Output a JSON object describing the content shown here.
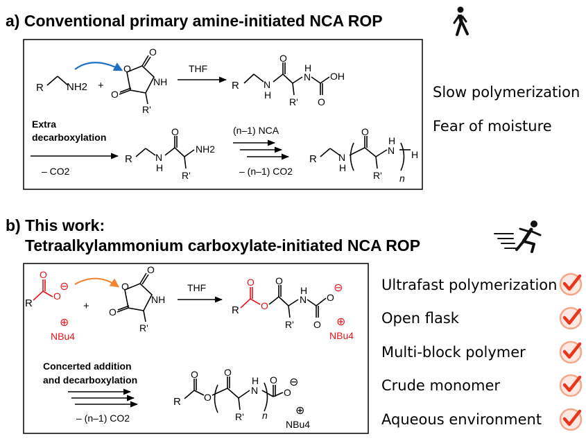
{
  "section_a": {
    "title": "a) Conventional primary amine-initiated NCA ROP",
    "walker_icon": "walking-person-icon",
    "features": [
      "Slow polymerization",
      "Fear of moisture"
    ],
    "scheme": {
      "r": "R",
      "nh2": "NH2",
      "plus": "+",
      "thf": "THF",
      "o": "O",
      "nh": "NH",
      "rprime": "R'",
      "oh": "OH",
      "h": "H",
      "n": "N",
      "extra1": "Extra",
      "extra2": "decarboxylation",
      "minus_co2": "– CO2",
      "n_minus_1_nca": "(n–1) NCA",
      "minus_n_minus_1_co2": "– (n–1) CO2",
      "subscript_n": "n"
    }
  },
  "section_b": {
    "title_line1": "b) This work:",
    "title_line2": "Tetraalkylammonium carboxylate-initiated NCA ROP",
    "runner_icon": "running-person-icon",
    "check_icon": "check-circle-icon",
    "features": [
      "Ultrafast polymerization",
      "Open flask",
      "Multi-block polymer",
      "Crude monomer",
      "Aqueous environment"
    ],
    "scheme": {
      "r": "R",
      "o": "O",
      "minus": "⊖",
      "plus_charge": "⊕",
      "nbu4": "NBu4",
      "plus": "+",
      "thf": "THF",
      "nh": "NH",
      "h": "H",
      "n": "N",
      "rprime": "R'",
      "concerted1": "Concerted addition",
      "concerted2": "and decarboxylation",
      "minus_n_minus_1_co2": "– (n–1) CO2",
      "subscript_n": "n"
    }
  },
  "colors": {
    "red_highlight": "#e8141b",
    "blue_arrow": "#1f6fc5",
    "orange_arrow": "#f08536",
    "check_ring": "#f4a58a",
    "check_mark": "#e8361b"
  }
}
